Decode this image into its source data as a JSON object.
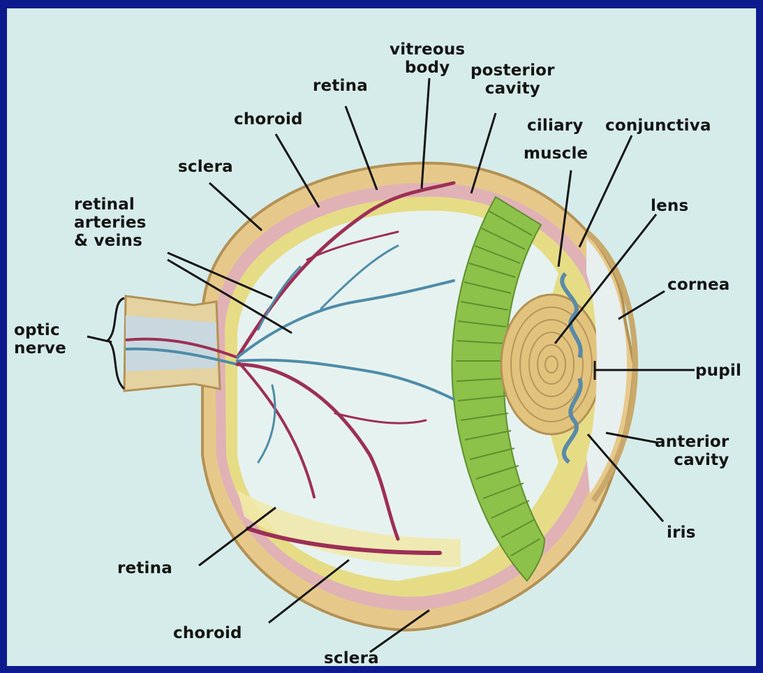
{
  "diagram": {
    "labels": {
      "vitreous_body": "vitreous\nbody",
      "posterior_cavity": "posterior\ncavity",
      "retina_top": "retina",
      "choroid_top": "choroid",
      "sclera_top": "sclera",
      "retinal_arteries_veins": "retinal\narteries\n& veins",
      "optic_nerve": "optic\nnerve",
      "ciliary_muscle_1": "ciliary",
      "ciliary_muscle_2": "muscle",
      "conjunctiva": "conjunctiva",
      "lens": "lens",
      "cornea": "cornea",
      "pupil": "pupil",
      "anterior_cavity": "anterior\ncavity",
      "iris": "iris",
      "retina_bottom": "retina",
      "choroid_bottom": "choroid",
      "sclera_bottom": "sclera"
    },
    "colors": {
      "border": "#0d1a8e",
      "background": "#d6ecea",
      "sclera": "#e6c98a",
      "choroid": "#e0b2b6",
      "retina": "#e6dc86",
      "vitreous": "#e6f2ef",
      "vessel_artery": "#9c2f55",
      "vessel_vein": "#4e8ca8",
      "ciliary_body": "#8cc14a",
      "lens": "#e2c37e",
      "iris": "#5a8aa6"
    }
  }
}
